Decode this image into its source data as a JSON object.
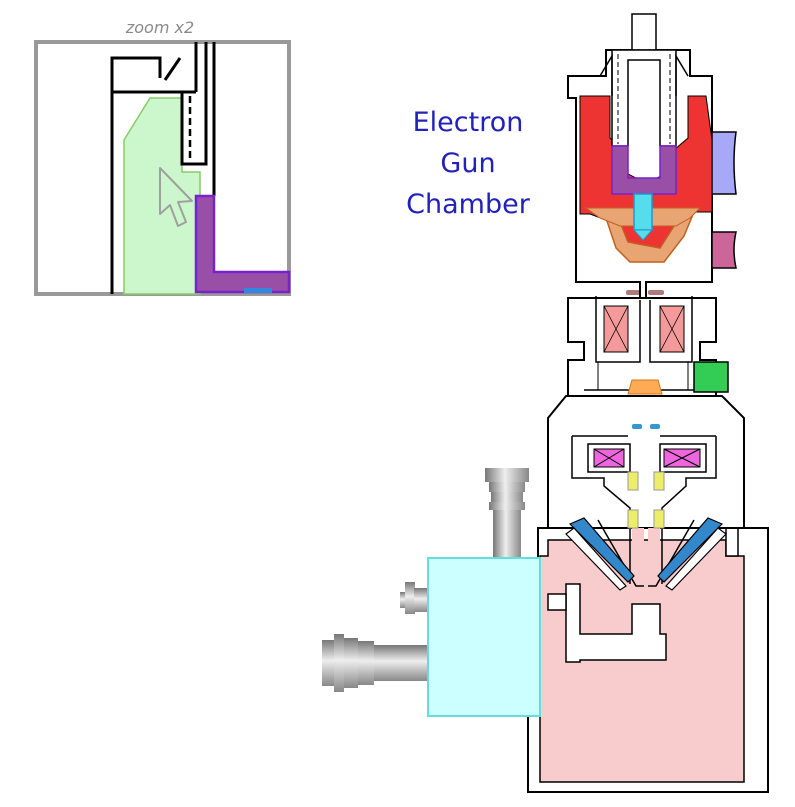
{
  "zoom_inset": {
    "label": "zoom x2"
  },
  "diagram": {
    "title_lines": [
      "Electron",
      "Gun",
      "Chamber"
    ]
  },
  "colors": {
    "outline": "#000000",
    "gun_housing": "#ee3333",
    "gun_shield": "#e8a472",
    "cathode_holder": "#8844aa",
    "filament": "#55ddee",
    "port_blue": "#a8a8f8",
    "port_magenta": "#cc6699",
    "port_green": "#33cc55",
    "coil_pink": "#f59a9a",
    "lens_magenta": "#ee66dd",
    "aperture_orange": "#ffaa55",
    "column_yellow": "#eeee66",
    "detector_blue": "#3388cc",
    "specimen_pink": "#f8cccc",
    "cyan_box": "#ccffff",
    "grey_port": "#aaaaaa",
    "zoom_green": "#ccf7cc",
    "zoom_frame": "#999999",
    "label_blue": "#2222bb"
  },
  "icons": [
    "mouse-cursor-icon"
  ]
}
